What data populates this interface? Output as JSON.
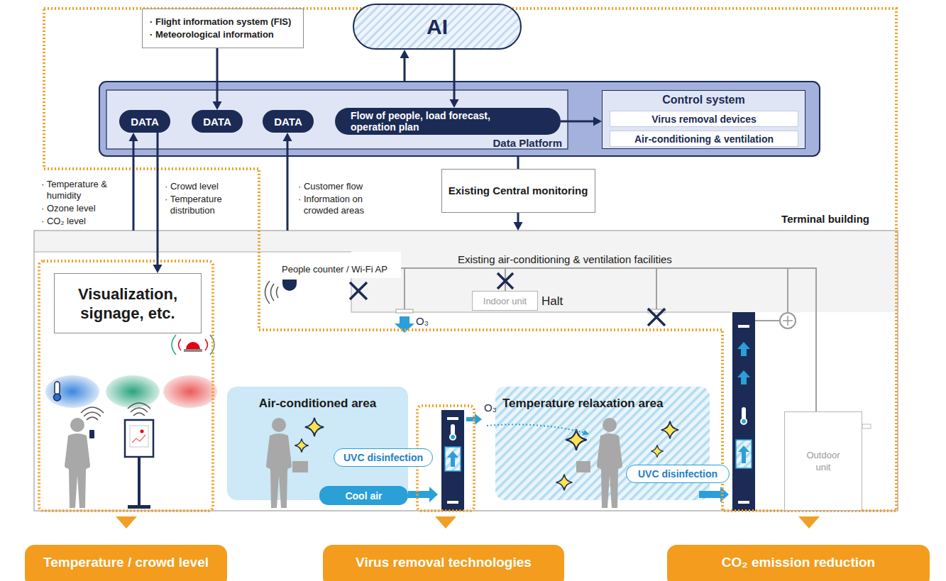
{
  "diagram": {
    "nodes": [
      {
        "text": [
          "AI"
        ]
      },
      {
        "text": [
          "· Flight information system (FIS)",
          "· Meteorological information"
        ]
      },
      {
        "text": [
          "Data Platform"
        ]
      },
      {
        "text": [
          "DATA"
        ],
        "in": 2
      },
      {
        "text": [
          "DATA"
        ],
        "in": 2
      },
      {
        "text": [
          "DATA"
        ],
        "in": 2
      },
      {
        "text": [
          "Flow of people, load forecast, operation plan"
        ],
        "in": 2
      },
      {
        "text": [
          "Control system"
        ],
        "in": 2
      },
      {
        "text": [
          "Virus removal devices"
        ],
        "in": 7
      },
      {
        "text": [
          "Air-conditioning & ventilation"
        ],
        "in": 7
      },
      {
        "text": [
          "Existing Central monitoring"
        ]
      },
      {
        "text": [
          "Terminal building"
        ]
      },
      {
        "text": [
          "Indoor unit"
        ],
        "in": 11
      },
      {
        "text": [
          "Visualization, signage, etc."
        ],
        "in": 11
      },
      {
        "text": [
          "Air-conditioned area"
        ],
        "in": 11
      },
      {
        "text": [
          "Temperature relaxation area"
        ],
        "in": 11
      },
      {
        "text": [
          "UVC disinfection"
        ],
        "in": 11
      },
      {
        "text": [
          "Cool air"
        ],
        "in": 11
      },
      {
        "text": [
          "UVC disinfection"
        ],
        "in": 11
      },
      {
        "text": [
          "Outdoor unit"
        ],
        "in": 11
      },
      {
        "text": [
          "Temperature / crowd level"
        ]
      },
      {
        "text": [
          "Virus removal technologies"
        ]
      },
      {
        "text": [
          "CO₂ emission reduction"
        ]
      }
    ],
    "edges": [
      {
        "from": 1,
        "to": 4,
        "arrow": "to"
      },
      {
        "from": 2,
        "to": 0,
        "arrow": "to"
      },
      {
        "from": 0,
        "to": 6,
        "arrow": "to"
      },
      {
        "from": 6,
        "to": 7,
        "arrow": "to"
      },
      {
        "from": 11,
        "to": 3,
        "arrow": "to"
      },
      {
        "from": 3,
        "to": 13,
        "arrow": "to"
      },
      {
        "from": 11,
        "to": 5,
        "arrow": "to"
      },
      {
        "from": 2,
        "to": 10,
        "arrow": "none"
      },
      {
        "from": 10,
        "to": 11,
        "arrow": "to"
      }
    ],
    "labels": [
      "· Temperature & humidity",
      "· Ozone level",
      "· CO₂ level",
      "· Crowd level",
      "· Temperature distribution",
      "· Customer flow",
      "· Information on crowded areas",
      "People counter / Wi-Fi AP",
      "Existing air-conditioning & ventilation facilities",
      "Halt",
      "O₃",
      "O₃"
    ]
  }
}
